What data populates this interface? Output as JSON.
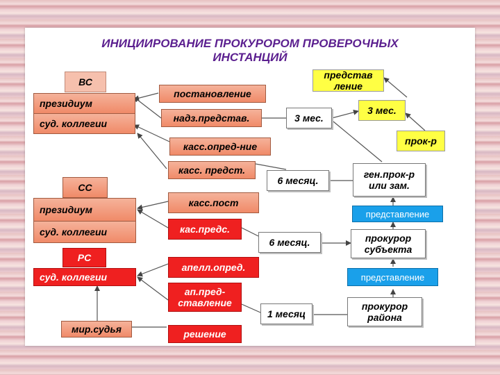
{
  "title": {
    "line1": "ИНИЦИИРОВАНИЕ   ПРОКУРОРОМ ПРОВЕРОЧНЫХ",
    "line2": "ИНСТАНЦИЙ"
  },
  "courts": {
    "vs": {
      "label": "ВС",
      "presidium": "президиум",
      "collegia": "суд. коллегии"
    },
    "ss": {
      "label": "СС",
      "presidium": "президиум",
      "collegia": "суд. коллегии"
    },
    "rs": {
      "label": "РС",
      "collegia": "суд. коллегии"
    },
    "magistrate": "мир.судья"
  },
  "acts": {
    "postanovlenie": "постановление",
    "nadz_predstav": "надз.представ.",
    "kass_opred": "касс.опред-ние",
    "kass_predst": "касс. предст.",
    "kass_post": "касс.пост",
    "kas_preds": "кас.предс.",
    "apell_opred": "апелл.опред.",
    "ap_predstavlenie": "ап.пред-\nставление",
    "reshenie": "решение"
  },
  "terms": {
    "three_months_a": "3 мес.",
    "three_months_b": "3 мес.",
    "six_months_a": "6 месяц.",
    "six_months_b": "6 месяц.",
    "one_month": "1 месяц"
  },
  "prosecutors": {
    "gen": "ген.прок-р\nили зам.",
    "subject": "прокурор\nсубъекта",
    "district": "прокурор\nрайона",
    "prok_r": "прок-р"
  },
  "submissions": {
    "predst_top": "представ\nление",
    "predst_1": "представление",
    "predst_2": "представление"
  },
  "colors": {
    "title": "#5b1f8f",
    "salmon": "#f08a68",
    "red": "#ef2020",
    "yellow": "#ffff44",
    "blue": "#1aa0ea"
  }
}
